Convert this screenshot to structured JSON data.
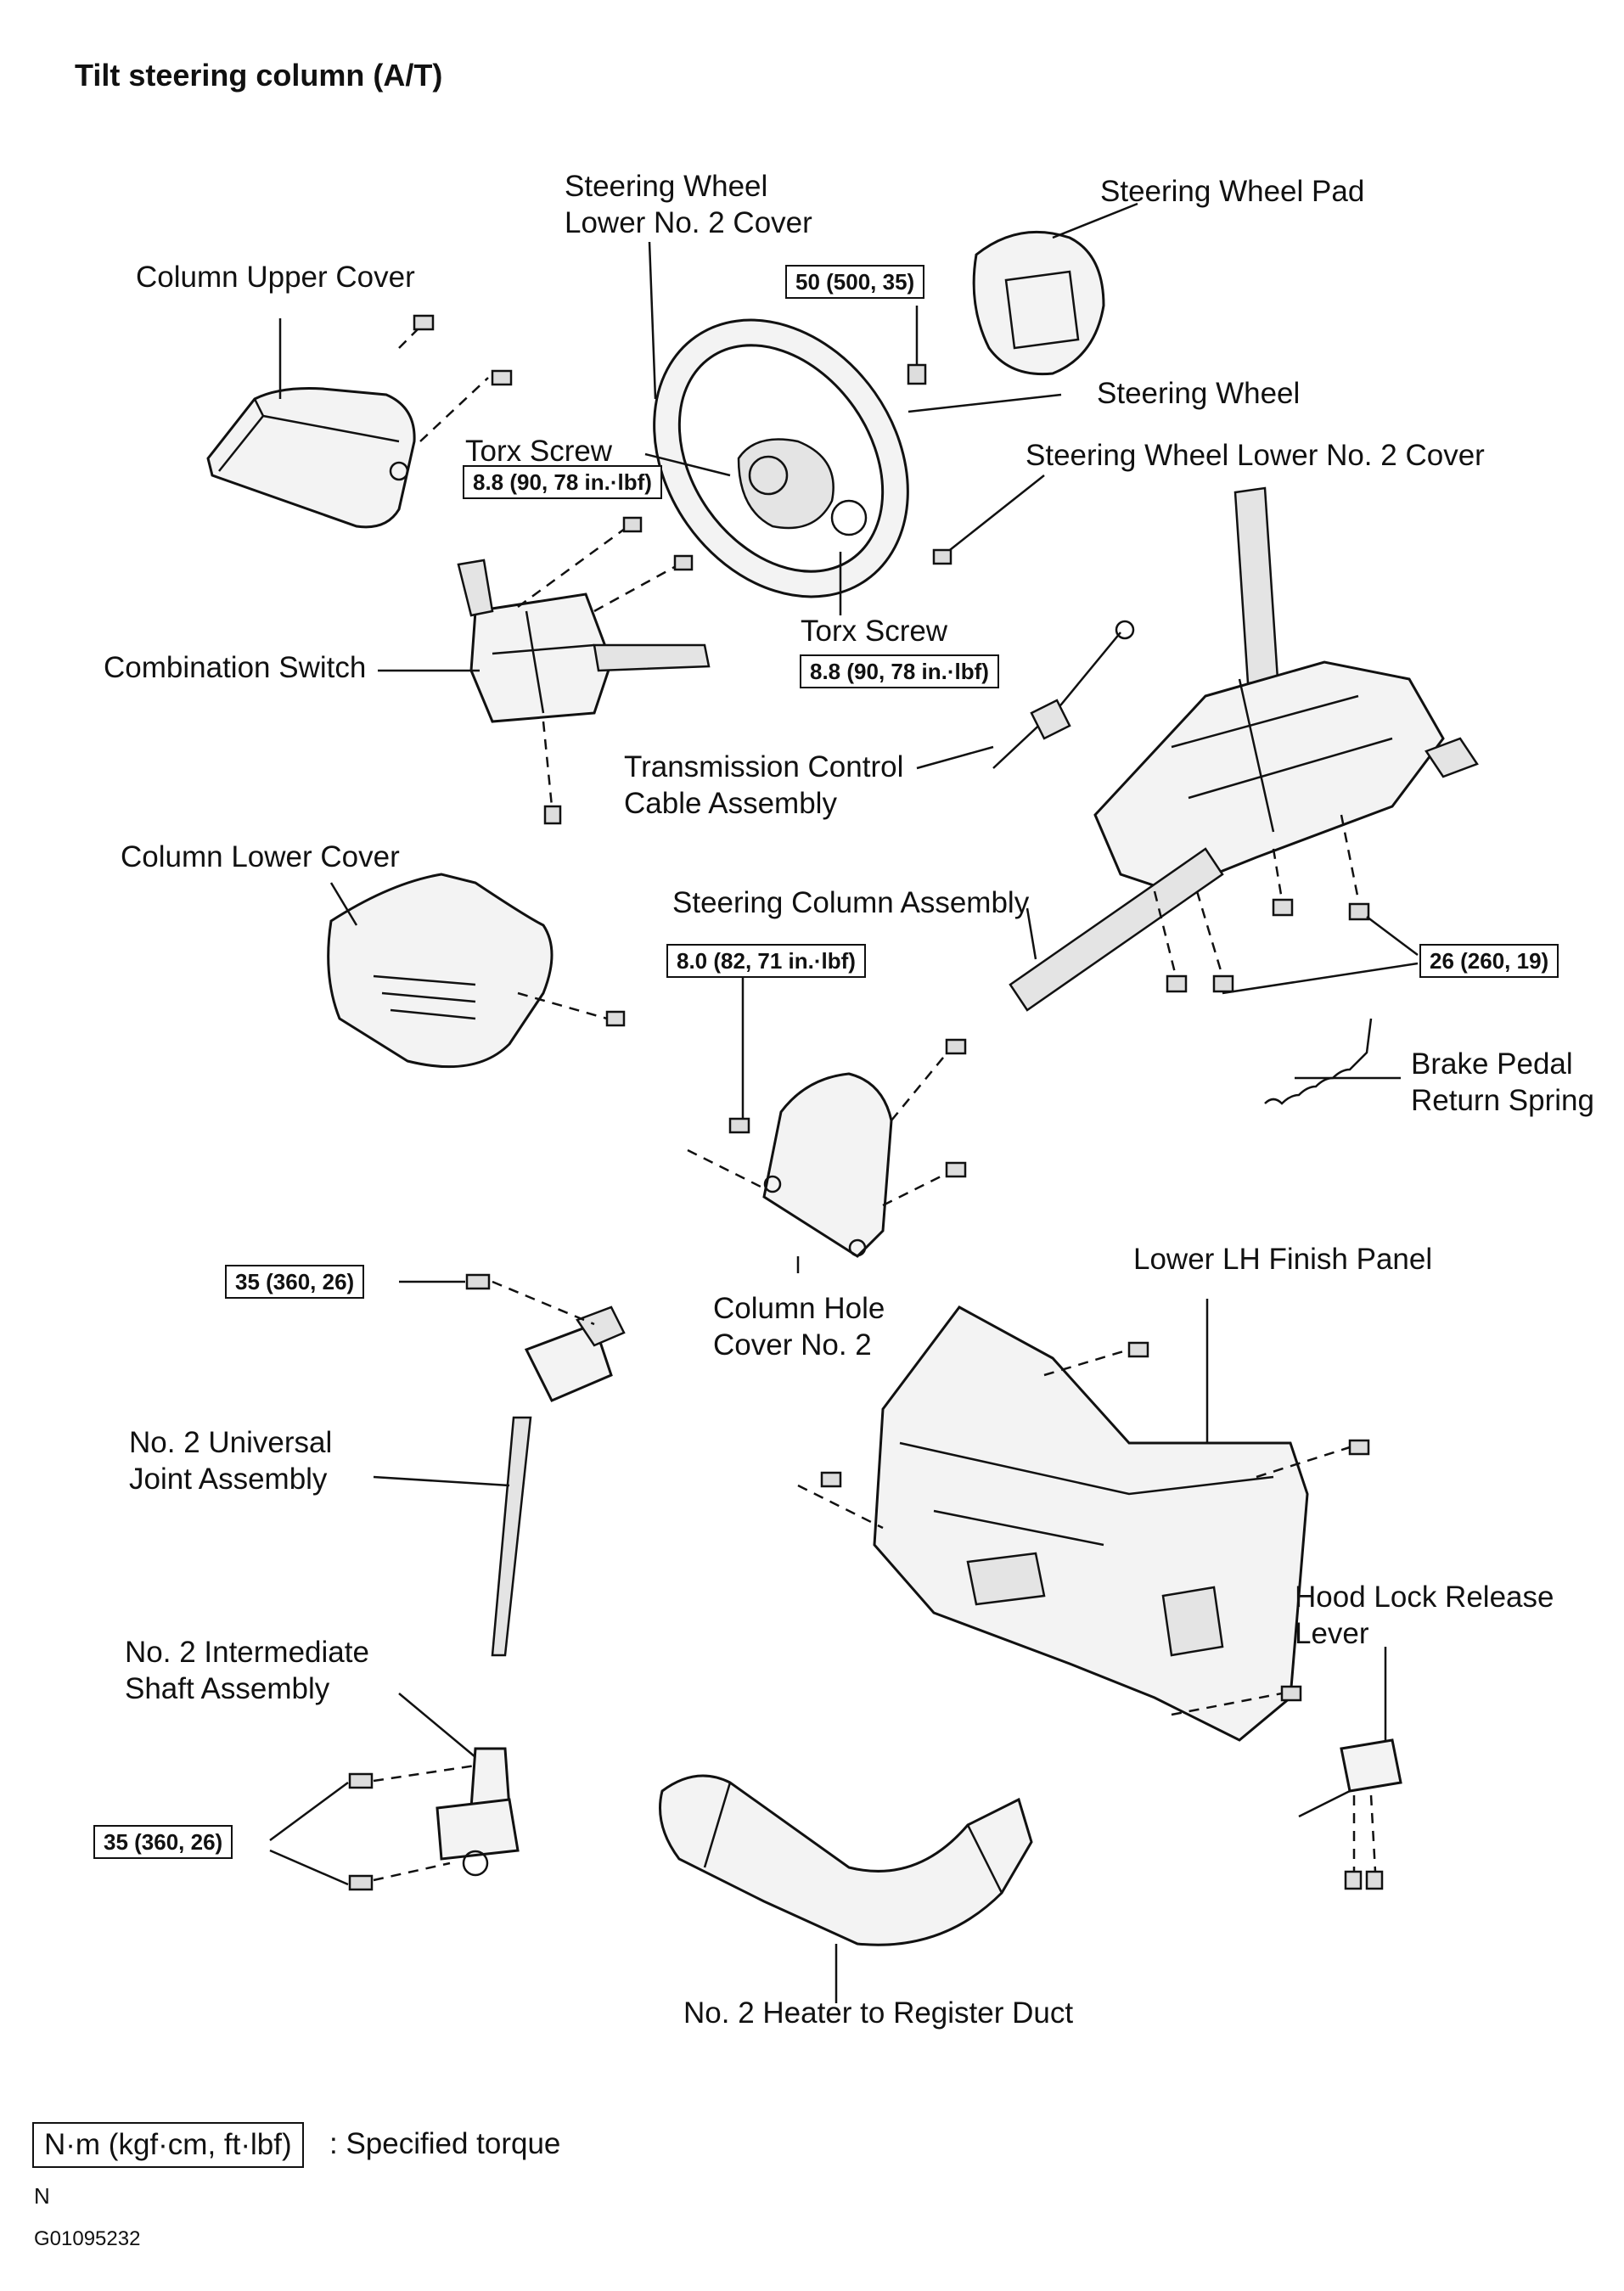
{
  "title": "Tilt steering column (A/T)",
  "labels": {
    "column_upper_cover": "Column Upper Cover",
    "sw_lower_no2_cover_top": "Steering Wheel\nLower No. 2 Cover",
    "steering_wheel_pad": "Steering Wheel Pad",
    "steering_wheel": "Steering Wheel",
    "sw_lower_no2_cover_right": "Steering Wheel Lower No. 2 Cover",
    "torx_screw_left": "Torx Screw",
    "torx_screw_right": "Torx Screw",
    "combination_switch": "Combination Switch",
    "transmission_control_cable": "Transmission Control\nCable Assembly",
    "column_lower_cover": "Column Lower Cover",
    "steering_column_assembly": "Steering Column Assembly",
    "brake_pedal_return_spring": "Brake Pedal\nReturn Spring",
    "column_hole_cover": "Column Hole\nCover No. 2",
    "lower_lh_finish_panel": "Lower LH Finish Panel",
    "no2_universal_joint": "No. 2 Universal\nJoint Assembly",
    "no2_intermediate_shaft": "No. 2 Intermediate\nShaft Assembly",
    "hood_lock_release_lever": "Hood Lock Release\nLever",
    "no2_heater_duct": "No. 2 Heater to Register Duct"
  },
  "torques": {
    "wheel_nut": "50 (500, 35)",
    "torx_left": "8.8 (90, 78 in.·lbf)",
    "torx_right": "8.8 (90, 78 in.·lbf)",
    "column_hole_cover": "8.0 (82, 71 in.·lbf)",
    "column_nuts": "26 (260, 19)",
    "universal_joint": "35 (360, 26)",
    "intermediate_shaft": "35 (360, 26)"
  },
  "legend": {
    "box": "N·m (kgf·cm, ft·lbf)",
    "text": ": Specified torque"
  },
  "footer": {
    "mark": "N",
    "code": "G01095232"
  }
}
